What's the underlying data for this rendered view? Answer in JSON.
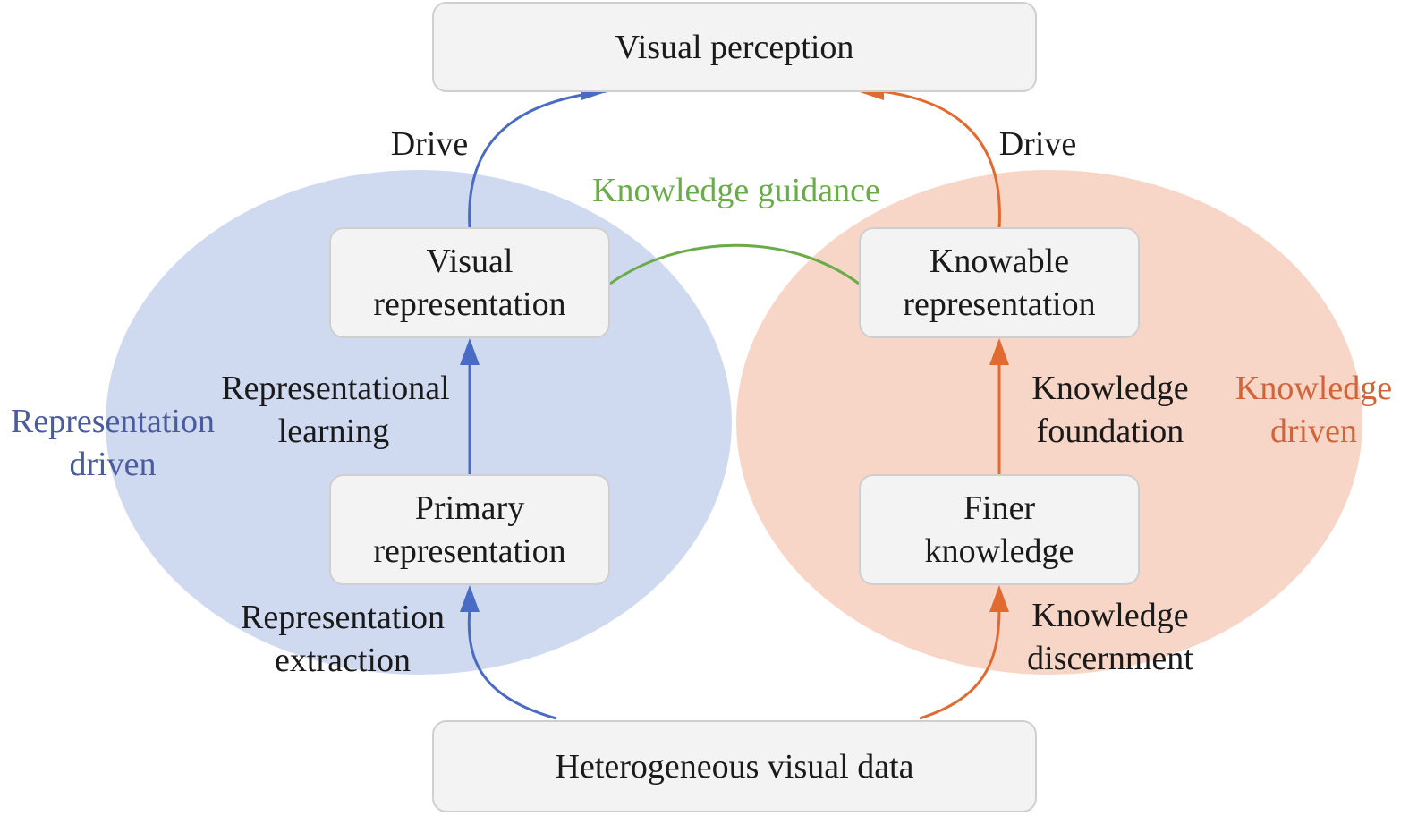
{
  "colors": {
    "left_ellipse": "#cfd9f0",
    "right_ellipse": "#f7d6c7",
    "blue_arrow": "#4a6bc4",
    "orange_arrow": "#e06a30",
    "green_link": "#6aab4a",
    "box_fill": "#f3f3f3",
    "box_border": "#cfcfcf"
  },
  "nodes": {
    "visual_perception": "Visual perception",
    "visual_representation": [
      "Visual",
      "representation"
    ],
    "knowable_representation": [
      "Knowable",
      "representation"
    ],
    "primary_representation": [
      "Primary",
      "representation"
    ],
    "finer_knowledge": [
      "Finer",
      "knowledge"
    ],
    "heterogeneous_data": "Heterogeneous visual data"
  },
  "edge_labels": {
    "drive_left": "Drive",
    "drive_right": "Drive",
    "knowledge_guidance": "Knowledge guidance",
    "representational_learning": [
      "Representational",
      "learning"
    ],
    "knowledge_foundation": [
      "Knowledge",
      "foundation"
    ],
    "representation_extraction": [
      "Representation",
      "extraction"
    ],
    "knowledge_discernment": [
      "Knowledge",
      "discernment"
    ]
  },
  "region_labels": {
    "representation_driven": [
      "Representation",
      "driven"
    ],
    "knowledge_driven": [
      "Knowledge",
      "driven"
    ]
  }
}
